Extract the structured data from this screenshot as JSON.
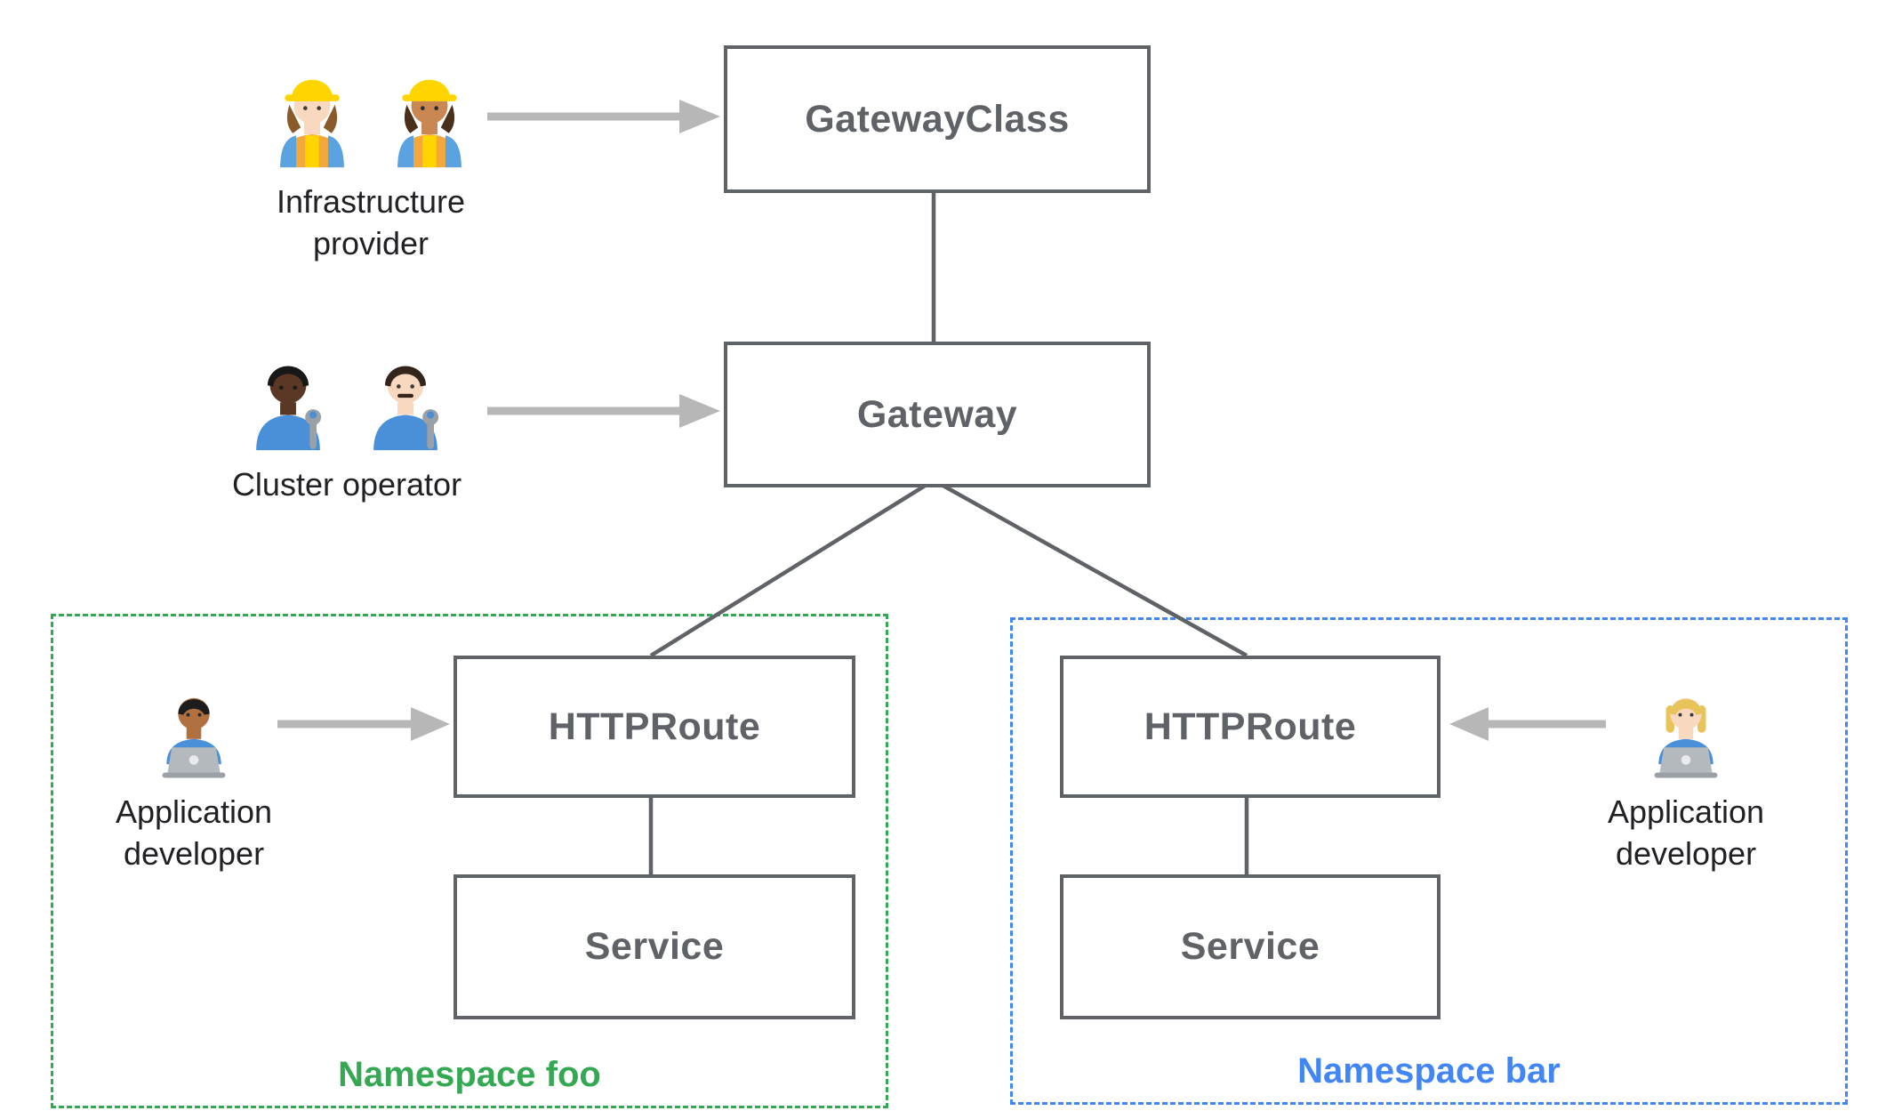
{
  "diagram": {
    "nodes": {
      "gatewayclass": {
        "label": "GatewayClass"
      },
      "gateway": {
        "label": "Gateway"
      },
      "httproute_foo": {
        "label": "HTTPRoute"
      },
      "service_foo": {
        "label": "Service"
      },
      "httproute_bar": {
        "label": "HTTPRoute"
      },
      "service_bar": {
        "label": "Service"
      }
    },
    "personas": {
      "infrastructure_provider": {
        "label": "Infrastructure provider",
        "icon": "woman-construction-worker-emoji-pair"
      },
      "cluster_operator": {
        "label": "Cluster operator",
        "icon": "mechanic-emoji-pair"
      },
      "application_developer_foo": {
        "label": "Application developer",
        "icon": "man-technologist-emoji"
      },
      "application_developer_bar": {
        "label": "Application developer",
        "icon": "woman-technologist-emoji"
      }
    },
    "namespaces": {
      "foo": {
        "label": "Namespace foo"
      },
      "bar": {
        "label": "Namespace bar"
      }
    },
    "colors": {
      "node_border": "#5f6368",
      "node_text": "#5f6368",
      "connector": "#5f6368",
      "arrow": "#b7b7b7",
      "persona_text": "#202124",
      "namespace_foo": "#34a853",
      "namespace_bar": "#4285f4",
      "background": "#ffffff"
    }
  }
}
